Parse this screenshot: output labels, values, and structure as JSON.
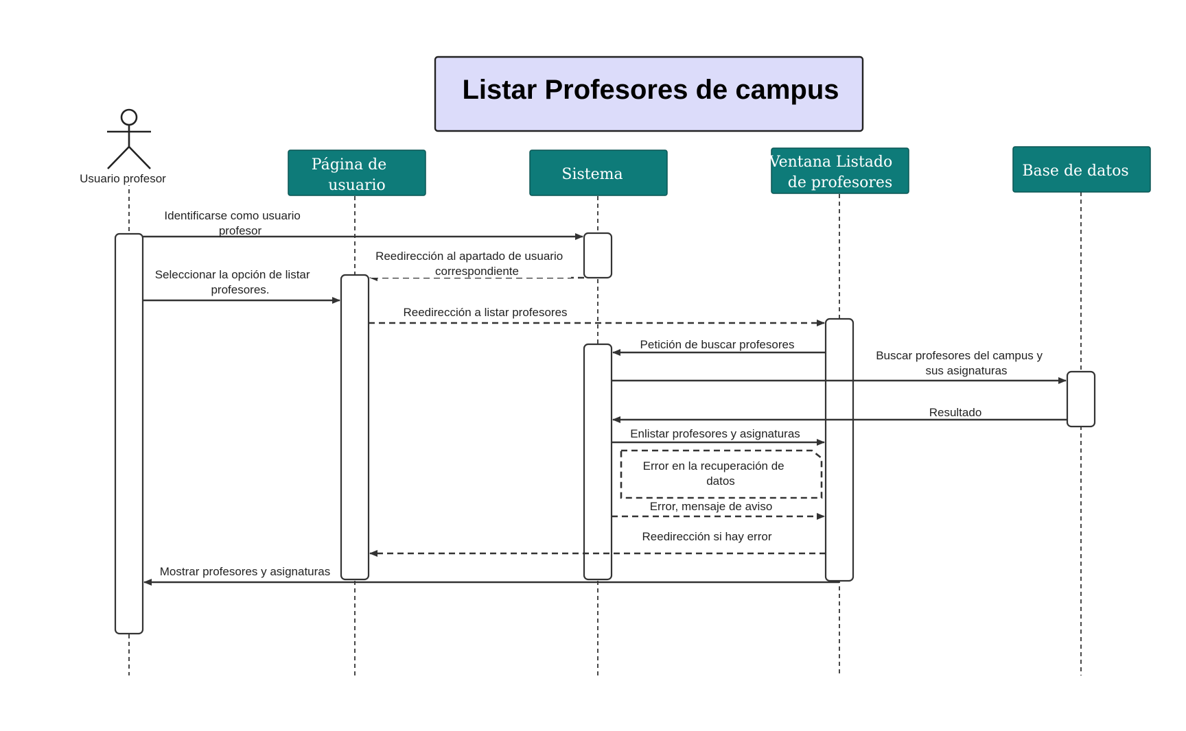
{
  "title": "Listar Profesores de campus",
  "colors": {
    "title_fill": "#dcdcfa",
    "header_fill": "#0e7b79",
    "line": "#333333",
    "text": "#222222"
  },
  "actor": {
    "label": "Usuario profesor"
  },
  "participants": [
    {
      "id": "pagina",
      "lines": [
        "Página de",
        "usuario"
      ]
    },
    {
      "id": "sistema",
      "lines": [
        "Sistema"
      ]
    },
    {
      "id": "ventana",
      "lines": [
        "Ventana Listado",
        "de profesores"
      ]
    },
    {
      "id": "bd",
      "lines": [
        "Base de datos"
      ]
    }
  ],
  "messages": [
    {
      "id": "m1",
      "style": "solid",
      "lines": [
        "Identificarse como usuario",
        "profesor"
      ]
    },
    {
      "id": "m2",
      "style": "dashed",
      "lines": [
        "Reedirección al apartado de usuario",
        "correspondiente"
      ]
    },
    {
      "id": "m3",
      "style": "solid",
      "lines": [
        "Seleccionar la opción de listar",
        "profesores."
      ]
    },
    {
      "id": "m4",
      "style": "dashed",
      "lines": [
        "Reedirección a listar profesores"
      ]
    },
    {
      "id": "m5",
      "style": "solid",
      "lines": [
        "Petición de buscar profesores"
      ]
    },
    {
      "id": "m6",
      "style": "solid",
      "lines": [
        "Buscar profesores del campus y",
        "sus asignaturas"
      ]
    },
    {
      "id": "m7",
      "style": "solid",
      "lines": [
        "Resultado"
      ]
    },
    {
      "id": "m8",
      "style": "solid",
      "lines": [
        "Enlistar profesores y asignaturas"
      ]
    },
    {
      "id": "m9",
      "style": "dashed",
      "lines": [
        "Error, mensaje de aviso"
      ]
    },
    {
      "id": "m10",
      "style": "dashed",
      "lines": [
        "Reedirección si hay error"
      ]
    },
    {
      "id": "m11",
      "style": "solid",
      "lines": [
        "Mostrar profesores y asignaturas"
      ]
    }
  ],
  "note": {
    "lines": [
      "Error en la recuperación de",
      "datos"
    ]
  }
}
